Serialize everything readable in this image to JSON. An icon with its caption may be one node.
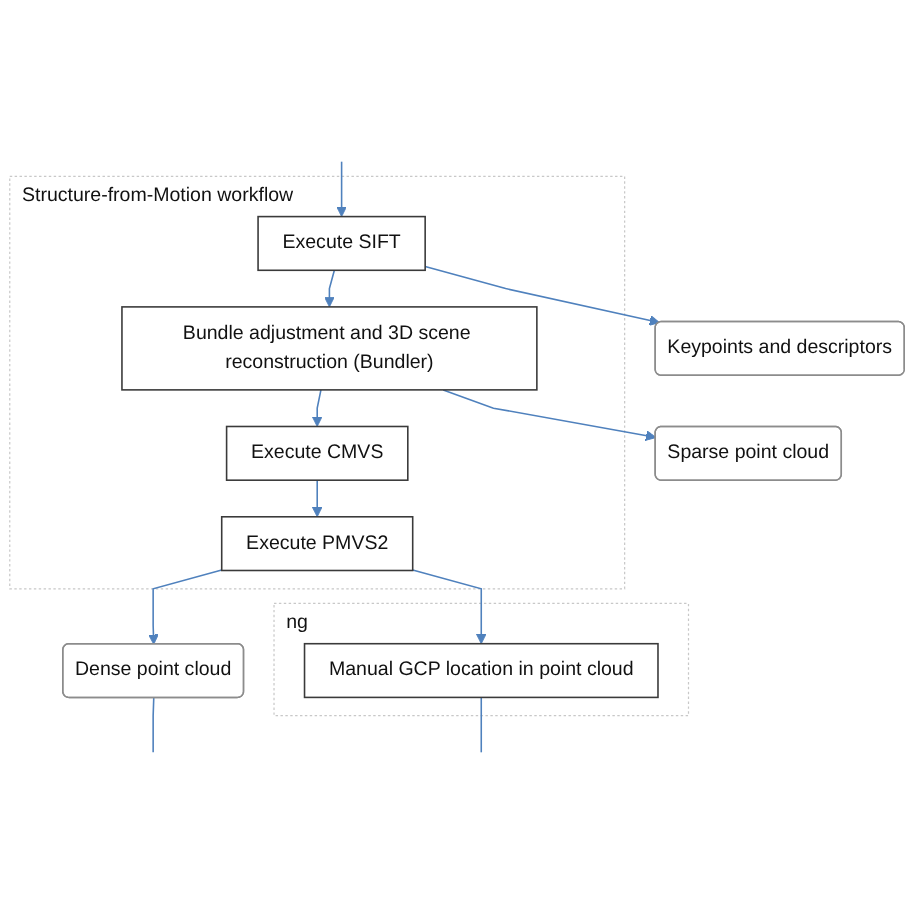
{
  "diagram": {
    "nodes": [
      {
        "text": [
          "Structure-from-Motion workflow"
        ]
      },
      {
        "text": [
          "Execute SIFT"
        ],
        "in": 0
      },
      {
        "text": [
          "Keypoints and descriptors"
        ]
      },
      {
        "text": [
          "Bundle adjustment and 3D scene reconstruction (Bundler)"
        ],
        "in": 0
      },
      {
        "text": [
          "Sparse point cloud"
        ]
      },
      {
        "text": [
          "Execute CMVS"
        ],
        "in": 0
      },
      {
        "text": [
          "Execute PMVS2"
        ],
        "in": 0
      },
      {
        "text": [
          "Dense point cloud"
        ]
      },
      {
        "text": [
          "ng"
        ]
      },
      {
        "text": [
          "Manual GCP location in point cloud"
        ],
        "in": 8
      }
    ],
    "edges": [
      {
        "from": null,
        "to": 1,
        "arrow": "to"
      },
      {
        "from": 1,
        "to": 2,
        "arrow": "to"
      },
      {
        "from": 1,
        "to": 3,
        "arrow": "to"
      },
      {
        "from": 3,
        "to": 4,
        "arrow": "to"
      },
      {
        "from": 3,
        "to": 5,
        "arrow": "to"
      },
      {
        "from": 5,
        "to": 6,
        "arrow": "to"
      },
      {
        "from": 6,
        "to": 7,
        "arrow": "to"
      },
      {
        "from": 6,
        "to": 9,
        "arrow": "to"
      },
      {
        "from": 7,
        "to": null,
        "arrow": "none"
      },
      {
        "from": 9,
        "to": null,
        "arrow": "none"
      }
    ]
  }
}
